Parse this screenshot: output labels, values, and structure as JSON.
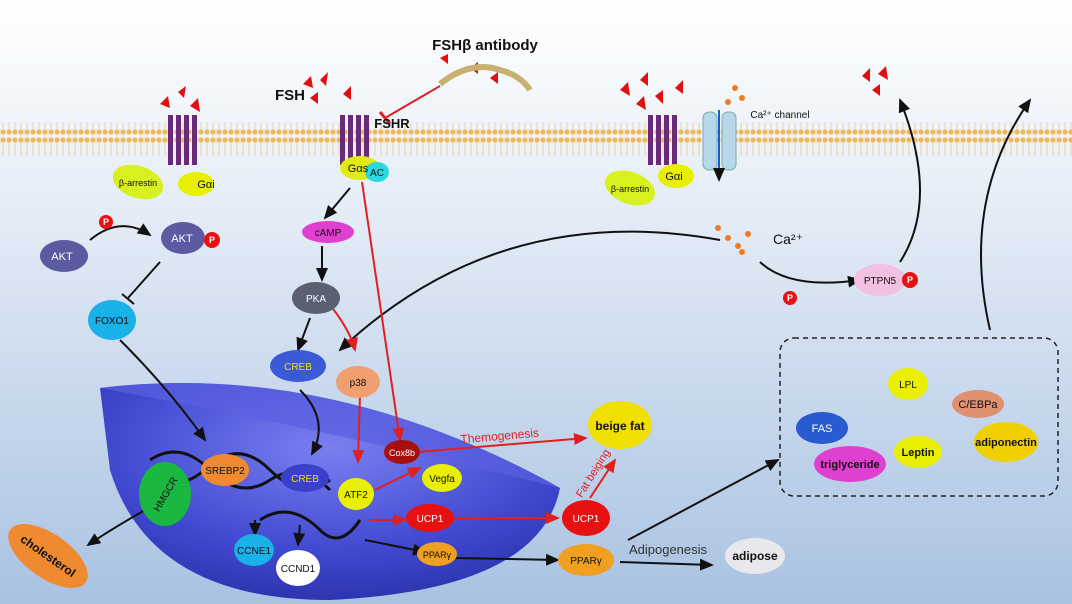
{
  "labels": {
    "fsh_antibody": "FSHβ antibody",
    "fsh": "FSH",
    "fshr": "FSHR",
    "ca_channel": "Ca²⁺ channel",
    "ca_ion": "Ca²⁺",
    "gai_left": "Gαi",
    "gai_right": "Gαi",
    "gas": "Gαs",
    "ac": "AC",
    "barrestin_left": "β-arrestin",
    "barrestin_right": "β-arrestin",
    "akt_1": "AKT",
    "akt_2": "AKT",
    "p": "P",
    "foxo1": "FOXO1",
    "camp": "cAMP",
    "pka": "PKA",
    "creb_cyto": "CREB",
    "p38": "p38",
    "ptpn5": "PTPN5",
    "srebp2": "SREBP2",
    "hmgcr": "HMGCR",
    "creb_nuc": "CREB",
    "atf2": "ATF2",
    "cox8b": "Cox8b",
    "vegfa": "Vegfa",
    "ucp1_nuc": "UCP1",
    "ucp1_out": "UCP1",
    "ccne1": "CCNE1",
    "ccnd1": "CCND1",
    "ppar_nuc": "PPARγ",
    "ppar_out": "PPARγ",
    "cholesterol": "cholesterol",
    "beige_fat": "beige fat",
    "themogenesis": "Themogenesis",
    "fat_beiging": "Fat beiging",
    "adipogenesis": "Adipogenesis",
    "adipose": "adipose",
    "lpl": "LPL",
    "cebpa": "C/EBPa",
    "fas": "FAS",
    "leptin": "Leptin",
    "adiponectin": "adiponectin",
    "triglyceride": "triglyceride"
  },
  "colors": {
    "background_top": "#ffffff",
    "background_bottom": "#a9c2e2",
    "membrane": "#f5c56f",
    "receptor": "#6a2a7a",
    "inhibit_red": "#e02020",
    "nucleus": "#3a40c8",
    "arrow_black": "#111111"
  }
}
